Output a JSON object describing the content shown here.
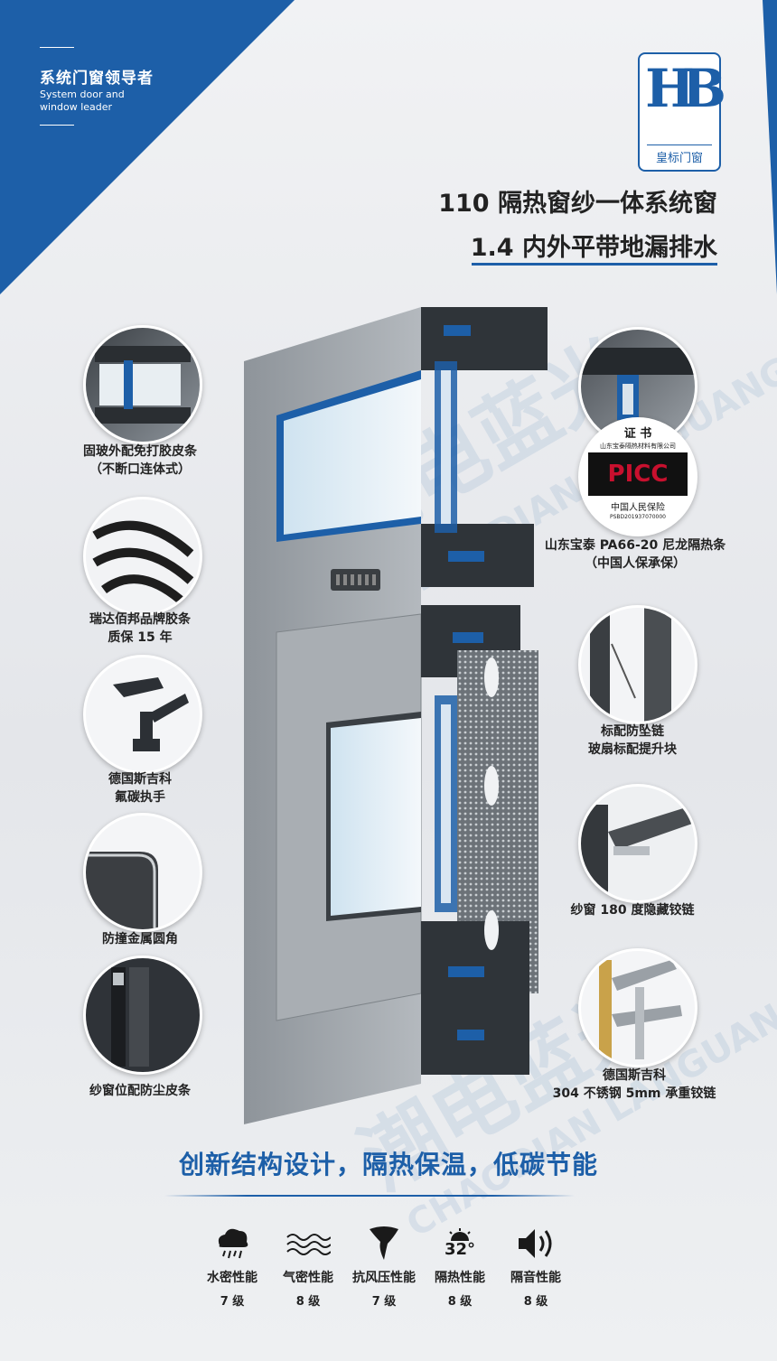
{
  "brand": {
    "slogan_cn": "系统门窗领导者",
    "slogan_en": "System door and window leader",
    "logo_mark": "HB",
    "logo_text": "皇标门窗",
    "accent": "#1d5fa8"
  },
  "title": {
    "line1": "110 隔热窗纱一体系统窗",
    "line2": "1.4 内外平带地漏排水"
  },
  "watermark": {
    "cn": "潮电蓝光",
    "en": "CHAODIAN LANGUANG"
  },
  "features_left": [
    {
      "id": "glass-gasket",
      "line1": "固玻外配免打胶皮条",
      "line2": "（不断口连体式）"
    },
    {
      "id": "rubber-strip",
      "line1": "瑞达佰邦品牌胶条",
      "line2": "质保 15 年"
    },
    {
      "id": "handle",
      "line1": "德国斯吉科",
      "line2": "氟碳执手"
    },
    {
      "id": "metal-corner",
      "line1": "防撞金属圆角",
      "line2": ""
    },
    {
      "id": "dust-strip",
      "line1": "纱窗位配防尘皮条",
      "line2": ""
    }
  ],
  "features_right": [
    {
      "id": "thermal-strip",
      "line1": "山东宝泰 PA66-20 尼龙隔热条",
      "line2": "（中国人保承保）"
    },
    {
      "id": "anti-fall",
      "line1": "标配防坠链",
      "line2": "玻扇标配提升块"
    },
    {
      "id": "hidden-hinge",
      "line1": "纱窗 180 度隐藏铰链",
      "line2": ""
    },
    {
      "id": "steel-hinge",
      "line1": "德国斯吉科",
      "line2": "304 不锈钢 5mm 承重铰链"
    }
  ],
  "certificate": {
    "title": "证 书",
    "company": "山东宝泰隔热材料有限公司",
    "logo": "PICC",
    "insurer": "中国人民保险",
    "serial": "PSBD201937070000"
  },
  "headline": "创新结构设计，隔热保温，低碳节能",
  "performance": [
    {
      "icon": "rain-cloud-icon",
      "name": "水密性能",
      "grade": "7 级"
    },
    {
      "icon": "air-waves-icon",
      "name": "气密性能",
      "grade": "8 级"
    },
    {
      "icon": "tornado-icon",
      "name": "抗风压性能",
      "grade": "7 级"
    },
    {
      "icon": "sun-temperature-icon",
      "name": "隔热性能",
      "grade": "8 级",
      "icon_text": "32°"
    },
    {
      "icon": "speaker-icon",
      "name": "隔音性能",
      "grade": "8 级"
    }
  ]
}
